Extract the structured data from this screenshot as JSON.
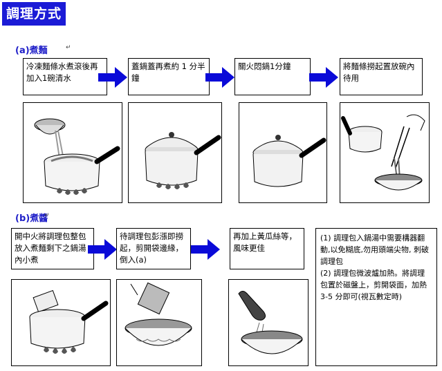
{
  "header": {
    "title": "調理方式"
  },
  "section_a": {
    "label": "(a)煮麵",
    "steps": [
      "冷凍麵條水煮滾後再加入1碗清水",
      "蓋鍋蓋再煮約 1 分半鐘",
      "關火悶鍋1分鐘",
      "將麵條撈起置放碗內待用"
    ]
  },
  "section_b": {
    "label": "(b)煮醬",
    "steps": [
      "開中火將調理包整包放入煮麵剩下之鍋湯內小煮",
      "待調理包彭漲即撈起，剪開袋邊緣，倒入(a)",
      "再加上黃瓜絲等，風味更佳"
    ],
    "notes": [
      "(1) 調理包入鍋湯中需要構器翻動,以免糊底,勿用頭端尖物, 刺破調理包",
      "(2) 調理包微波爐加熱。將調理包置於磁盤上，剪開袋面，加熱 3-5 分即可(視瓦數定時)"
    ]
  },
  "colors": {
    "accent": "#1b1bd6",
    "arrow": "#0a0ad8"
  }
}
